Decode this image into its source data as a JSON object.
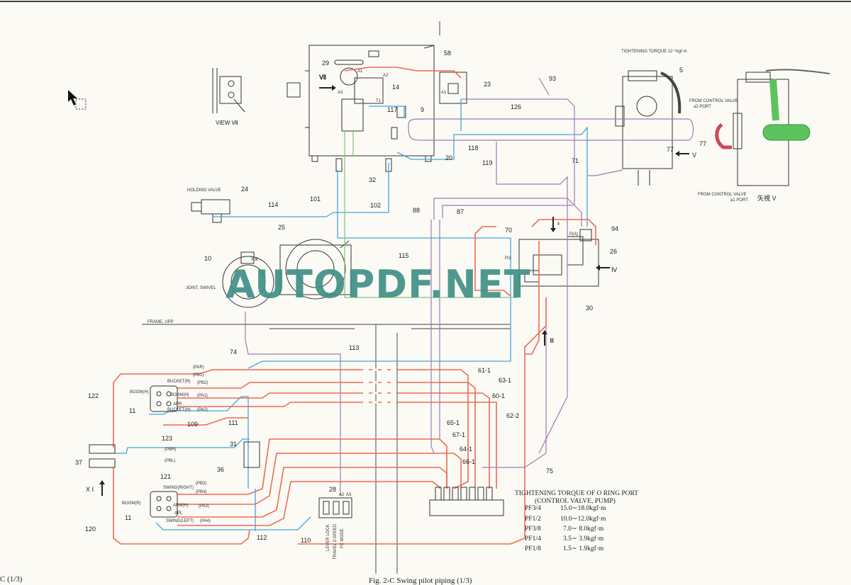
{
  "colors": {
    "red": "#ef6a52",
    "blue": "#44a6d4",
    "purple": "#a07ab0",
    "green": "#7cc67c",
    "watermark": "#3f8f86"
  },
  "watermark": "AUTOPDF.NET",
  "caption": "Fig. 2-C   Swing pilot piping (1/3)",
  "page_ref": "C (1/3)",
  "labels": {
    "view_vii": "VIEW Ⅶ",
    "vii": "Ⅶ",
    "view_v_jp": "矢視 V",
    "v": "V",
    "iv": "Ⅳ",
    "ii": "Ⅱ",
    "iii": "Ⅲ",
    "xi": "X Ⅰ",
    "xiii": "X Ⅲ",
    "holding_valve": "HOLDING VALVE",
    "joint_swivel": "JOINT, SWIVEL",
    "frame_upp": "FRAME, UPP",
    "tightening_torque_top": "TIGHTENING TORQUE 12⁺¹kgf·m",
    "from_cv_a2_1": "FROM CONTROL VALVE",
    "from_cv_a2_2": "a2 PORT",
    "from_cv_a1_1": "FROM CONTROL VALVE",
    "from_cv_a1_2": "a1 PORT",
    "boom_h": "BOOM(H)",
    "boom_r": "BOOM(R)",
    "bucket_r": "BUCKET(R)",
    "boom_h2": "BOOM(H)",
    "apr": "APR",
    "bucket_h": "BUCKET(H)",
    "swing_right": "SWING(RIGHT)",
    "arm_h": "ARM(H)",
    "apl": "APL",
    "swing_left": "SWING(LEFT)",
    "par": "(PAR)",
    "pb1": "(PB1)",
    "pb2": "(PB2)",
    "pa1": "(PA1)",
    "pa2": "(PA2)",
    "pbr": "(PBR)",
    "pbl": "(PBL)",
    "pb3": "(PB3)",
    "pb4": "(PB4)",
    "pa3": "(PA3)",
    "pa4": "(PA4)",
    "lever_lock": "LEVER LOCK",
    "travel_2speed": "TRAVEL 2-SPEED",
    "fc_mode": "FC MODE",
    "a2": "A2",
    "a1": "A1",
    "a3": "A3",
    "t1": "T1",
    "pi1": "Pi1",
    "pa": "P(A)"
  },
  "part_numbers": {
    "n5": "5",
    "n9": "9",
    "n10": "10",
    "n11a": "11",
    "n11b": "11",
    "n14": "14",
    "n20": "20",
    "n23": "23",
    "n24": "24",
    "n25": "25",
    "n26": "26",
    "n28": "28",
    "n29": "29",
    "n30": "30",
    "n31": "31",
    "n32": "32",
    "n36": "36",
    "n37": "37",
    "n58": "58",
    "n70": "70",
    "n71": "71",
    "n74": "74",
    "n75": "75",
    "n77a": "77",
    "n77b": "77",
    "n87": "87",
    "n88": "88",
    "n93": "93",
    "n94": "94",
    "n101": "101",
    "n102": "102",
    "n109": "109",
    "n110": "110",
    "n111": "111",
    "n112": "112",
    "n113": "113",
    "n114": "114",
    "n115": "115",
    "n117": "117",
    "n118": "118",
    "n119": "119",
    "n120": "120",
    "n121": "121",
    "n122": "122",
    "n123": "123",
    "n126": "126",
    "p60_1": "60-1",
    "p61_1": "61-1",
    "p62_2": "62-2",
    "p63_1": "63-1",
    "p64_1": "64-1",
    "p65_1": "65-1",
    "p66_1": "66-1",
    "p67_1": "67-1"
  },
  "torque_table": {
    "title_1": "TIGHTENING TORQUE OF O RING PORT",
    "title_2": "(CONTROL VALVE, PUMP)",
    "rows": [
      {
        "port": "PF3/4",
        "value": "15.0∼18.0kgf·m"
      },
      {
        "port": "PF1/2",
        "value": "10.0∼12.0kgf·m"
      },
      {
        "port": "PF3/8",
        "value": "7.0∼ 8.0kgf·m"
      },
      {
        "port": "PF1/4",
        "value": "3.5∼ 3.9kgf·m"
      },
      {
        "port": "PF1/8",
        "value": "1.5∼ 1.9kgf·m"
      }
    ]
  }
}
